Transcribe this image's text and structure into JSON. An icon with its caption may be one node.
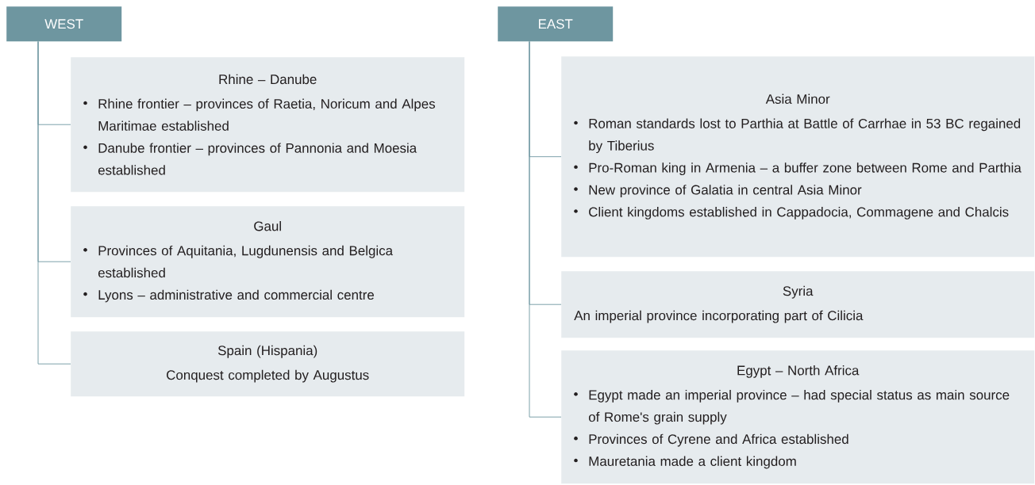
{
  "diagram": {
    "nodes": [
      {
        "text": [
          "WEST"
        ]
      },
      {
        "text": [
          "Rhine – Danube",
          "Rhine frontier – provinces of Raetia, Noricum and Alpes Maritimae established",
          "Danube frontier – provinces of Pannonia and Moesia established"
        ]
      },
      {
        "text": [
          "Gaul",
          "Provinces of Aquitania, Lugdunensis and Belgica established",
          "Lyons – administrative and commercial centre"
        ]
      },
      {
        "text": [
          "Spain (Hispania)",
          "Conquest completed by Augustus"
        ]
      },
      {
        "text": [
          "EAST"
        ]
      },
      {
        "text": [
          "Asia Minor",
          "Roman standards lost to Parthia at Battle of Carrhae in 53 BC regained by Tiberius",
          "Pro-Roman king in Armenia – a buffer zone between Rome and Parthia",
          "New province of Galatia in central Asia Minor",
          "Client kingdoms established in Cappadocia, Commagene and Chalcis"
        ]
      },
      {
        "text": [
          "Syria",
          "An imperial province incorporating part of Cilicia"
        ]
      },
      {
        "text": [
          "Egypt – North Africa",
          "Egypt made an imperial province – had special status as main source of Rome's grain supply",
          "Provinces of Cyrene and Africa established",
          "Mauretania made a client kingdom"
        ]
      }
    ],
    "edges": [
      {
        "from": 0,
        "to": 1,
        "arrow": "none"
      },
      {
        "from": 0,
        "to": 2,
        "arrow": "none"
      },
      {
        "from": 0,
        "to": 3,
        "arrow": "none"
      },
      {
        "from": 4,
        "to": 5,
        "arrow": "none"
      },
      {
        "from": 4,
        "to": 6,
        "arrow": "none"
      },
      {
        "from": 4,
        "to": 7,
        "arrow": "none"
      }
    ]
  }
}
